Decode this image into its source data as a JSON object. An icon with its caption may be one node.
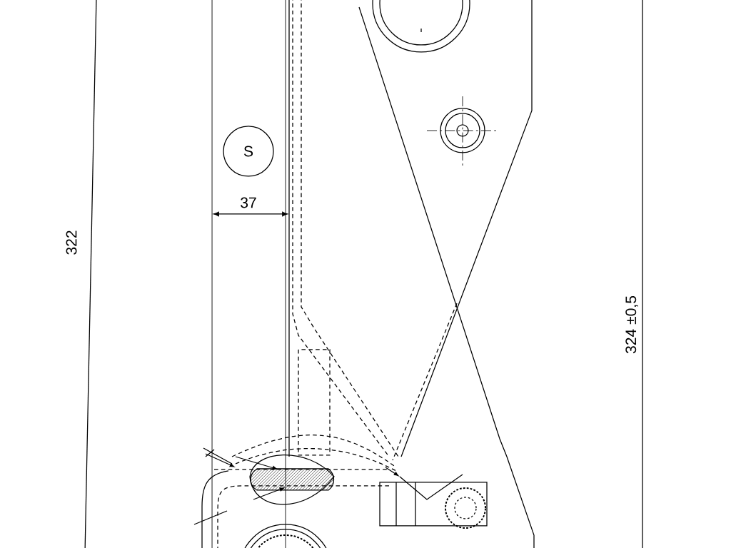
{
  "diagram": {
    "nodes": [
      {
        "text": [
          "S"
        ]
      }
    ],
    "labels": [
      "37",
      "322",
      "324 ±0,5"
    ]
  }
}
